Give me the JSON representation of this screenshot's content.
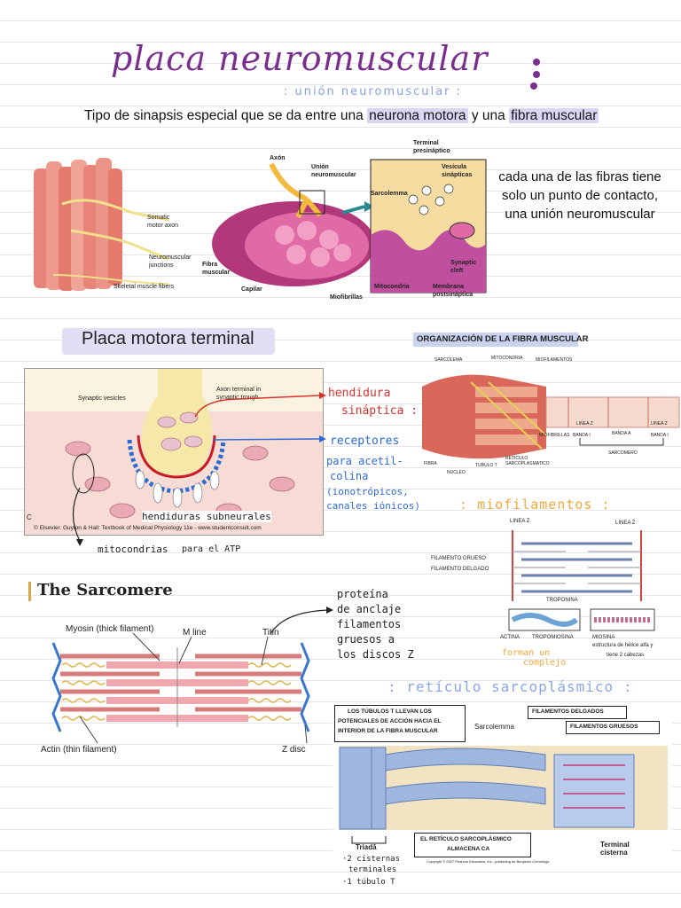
{
  "header": {
    "title": "placa neuromuscular",
    "subtitle": "unión neuromuscular",
    "intro_prefix": "Tipo de sinapsis especial que se da entre una ",
    "intro_hl1": "neurona motora",
    "intro_mid": " y una ",
    "intro_hl2": "fibra muscular"
  },
  "fig1": {
    "labels": {
      "somatic": "Somatic",
      "motor_axon": "motor axon",
      "nmj1": "Neuromuscular",
      "nmj2": "junctions",
      "skeletal": "Skeletal muscle fibers"
    }
  },
  "fig2": {
    "labels": {
      "axon": "Axón",
      "union1": "Unión",
      "union2": "neuromuscular",
      "fibra1": "Fibra",
      "fibra2": "muscular",
      "capilar": "Capilar",
      "miofibrillas": "Miofibrillas",
      "terminal1": "Terminal",
      "terminal2": "presináptico",
      "vesicula1": "Vesícula",
      "vesicula2": "sinápticas",
      "sarcolema": "Sarcolemma",
      "synaptic1": "Synaptic",
      "synaptic2": "cleft",
      "mitocondria": "Mitocondria",
      "membrana1": "Membrana",
      "membrana2": "postsináptica"
    }
  },
  "note1": {
    "line1": "cada una de las fibras tiene",
    "line2": "solo un punto de contacto,",
    "line3": "una unión neuromuscular"
  },
  "placa": {
    "title": "Placa motora terminal",
    "synaptic_vesicles": "Synaptic vesicles",
    "axon_terminal1": "Axon terminal in",
    "axon_terminal2": "synaptic trough",
    "c_label": "C",
    "credit": "© Elsevier. Guyton & Hall: Textbook of Medical Physiology 11e - www.studentconsult.com",
    "hendiduras": "hendiduras subneurales"
  },
  "annotations": {
    "hendidura1": "hendidura",
    "hendidura2": "sináptica",
    "receptores": "receptores",
    "para1": "para acetil-",
    "para2": "colina",
    "iono1": "(ionotrópicos,",
    "iono2": "canales iónicos)",
    "mito": "mitocondrias",
    "atp": "para el ATP"
  },
  "organizacion": {
    "title": "ORGANIZACIÓN DE LA FIBRA MUSCULAR",
    "sarcolema": "SARCOLEMA",
    "mitocondria": "MITOCONDRIA",
    "miofilamentos": "MIOFILAMENTOS",
    "lineaz1": "LINEA Z",
    "lineaz2": "LINEA Z",
    "miofibrillas": "MIOFIBRILLAS",
    "bandai1": "BANDA I",
    "bandaa": "BANDA A",
    "bandai2": "BANDA I",
    "sarcomero": "SARCOMERO",
    "fibra": "FIBRA",
    "nucleo": "NUCLEO",
    "tubulo": "TUBULO T",
    "reticulo1": "RETICULO",
    "reticulo2": "SARCOPLASMATICO"
  },
  "miofilamentos": {
    "heading": "miofilamentos",
    "lineaz_left": "LINEA Z",
    "lineaz_right": "LINEA Z",
    "grueso": "FILAMENTO GRUESO",
    "delgado": "FILAMENTO DELGADO",
    "troponina": "TROPONINA",
    "actina": "ACTINA",
    "tropomiosina": "TROPOMIOSINA",
    "miosina": "MIOSINA",
    "miosina_note1": "estructura de hélice alfa y",
    "miosina_note2": "tiene 2 cabezas",
    "forman1": "forman un",
    "forman2": "complejo"
  },
  "sarcomere": {
    "title": "The Sarcomere",
    "myosin": "Myosin (thick filament)",
    "mline": "M line",
    "titin": "Titin",
    "actin": "Actin (thin filament)",
    "zdisc": "Z disc"
  },
  "titin_note": {
    "l1": "proteína",
    "l2": "de anclaje",
    "l3": "filamentos",
    "l4": "gruesos a",
    "l5": "los discos Z"
  },
  "reticulo": {
    "heading": "retículo sarcoplásmico",
    "box1_l1": "LOS TÚBULOS T LLEVAN LOS",
    "box1_l2": "POTENCIALES DE ACCIÓN HACIA EL",
    "box1_l3": "INTERIOR DE LA FIBRA MUSCULAR",
    "delgados": "FILAMENTOS DELGADOS",
    "sarcolemma": "Sarcolemma",
    "gruesos": "FILAMENTOS GRUESOS",
    "triada": "Triadā",
    "box2_l1": "EL RETÍCULO SARCOPLÁSMICO",
    "box2_l2": "ALMACENA CA",
    "terminal1": "Terminal",
    "terminal2": "cisterna",
    "copyright": "Copyright © 2007 Pearson Education, Inc., publishing as Benjamin Cummings.",
    "n1": "·2 cisternas",
    "n2": "terminales",
    "n3": "·1 túbulo T"
  },
  "colors": {
    "title": "#7a2f8f",
    "highlight": "#dcd5f3",
    "accent_blue": "#2f6ad6",
    "accent_red": "#d8322e",
    "accent_orange": "#f2a83a",
    "accent_lightblue": "#8aa0e0"
  }
}
